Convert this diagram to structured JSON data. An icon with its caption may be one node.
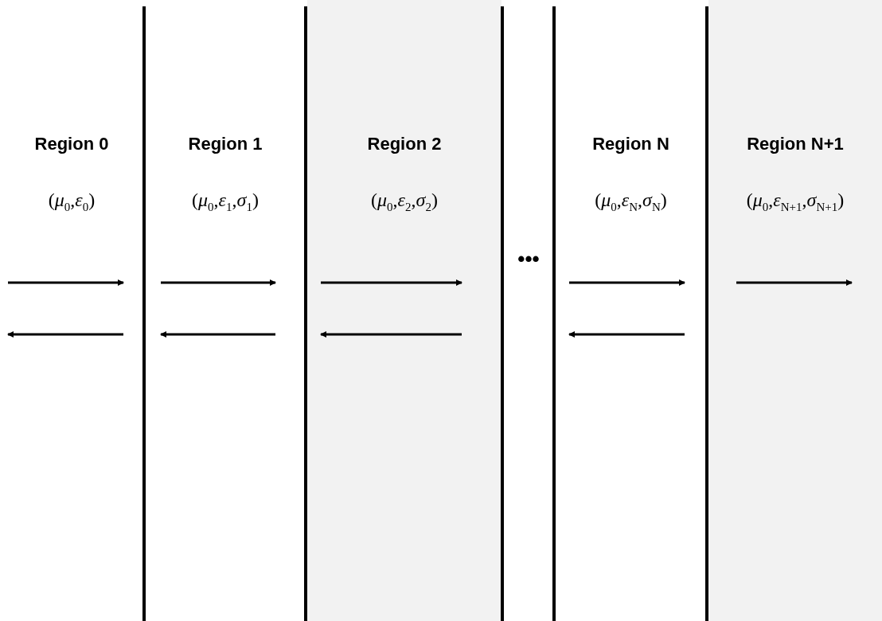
{
  "diagram": {
    "nodes": [
      {
        "text": [
          "Region 0",
          "(*μ*$_{0}$,*ε*$_{0}$)"
        ]
      },
      {
        "text": [
          "Region 1",
          "(*μ*$_{0}$,*ε*$_{1}$,*σ*$_{1}$)"
        ]
      },
      {
        "text": [
          "Region 2",
          "(*μ*$_{0}$,*ε*$_{2}$,*σ*$_{2}$)"
        ]
      },
      {
        "text": [
          "Region N",
          "(*μ*$_{0}$,*ε*$_{N}$,*σ*$_{N}$)"
        ]
      },
      {
        "text": [
          "Region N+1",
          "(*μ*$_{0}$,*ε*$_{N+1}$,*σ*$_{N+1}$)"
        ]
      }
    ],
    "labels": [
      "•••"
    ]
  }
}
